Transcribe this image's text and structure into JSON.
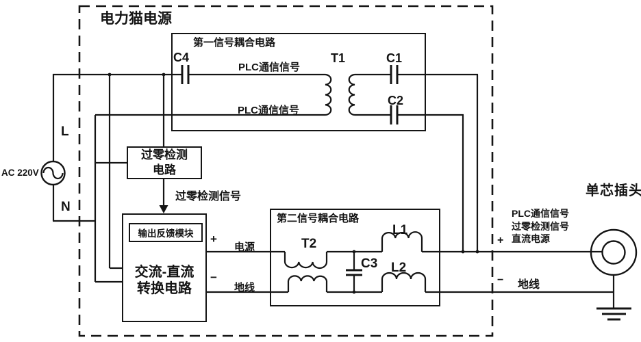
{
  "diagram": {
    "title": "电力猫电源",
    "colors": {
      "line": "#141414",
      "background": "#ffffff"
    },
    "ac_source": {
      "label": "AC 220V",
      "live_label": "L",
      "neutral_label": "N"
    },
    "first_coupling": {
      "title": "第一信号耦合电路",
      "cap_left": "C4",
      "transformer": "T1",
      "cap_right_top": "C1",
      "cap_right_bottom": "C2",
      "signal_top": "PLC通信信号",
      "signal_bottom": "PLC通信信号"
    },
    "zero_crossing": {
      "box_line1": "过零检测",
      "box_line2": "电路",
      "signal_label": "过零检测信号"
    },
    "converter": {
      "feedback_module": "输出反馈模块",
      "box_line1": "交流-直流",
      "box_line2": "转换电路",
      "plus": "+",
      "minus": "−",
      "power_label": "电源",
      "ground_label": "地线"
    },
    "second_coupling": {
      "title": "第二信号耦合电路",
      "transformer": "T2",
      "cap": "C3",
      "inductor_top": "L1",
      "inductor_bottom": "L2"
    },
    "output": {
      "plus": "+",
      "minus": "−",
      "signal_lines": [
        "PLC通信信号",
        "过零检测信号",
        "直流电源"
      ],
      "ground_label": "地线",
      "plug_label": "单芯插头"
    }
  }
}
